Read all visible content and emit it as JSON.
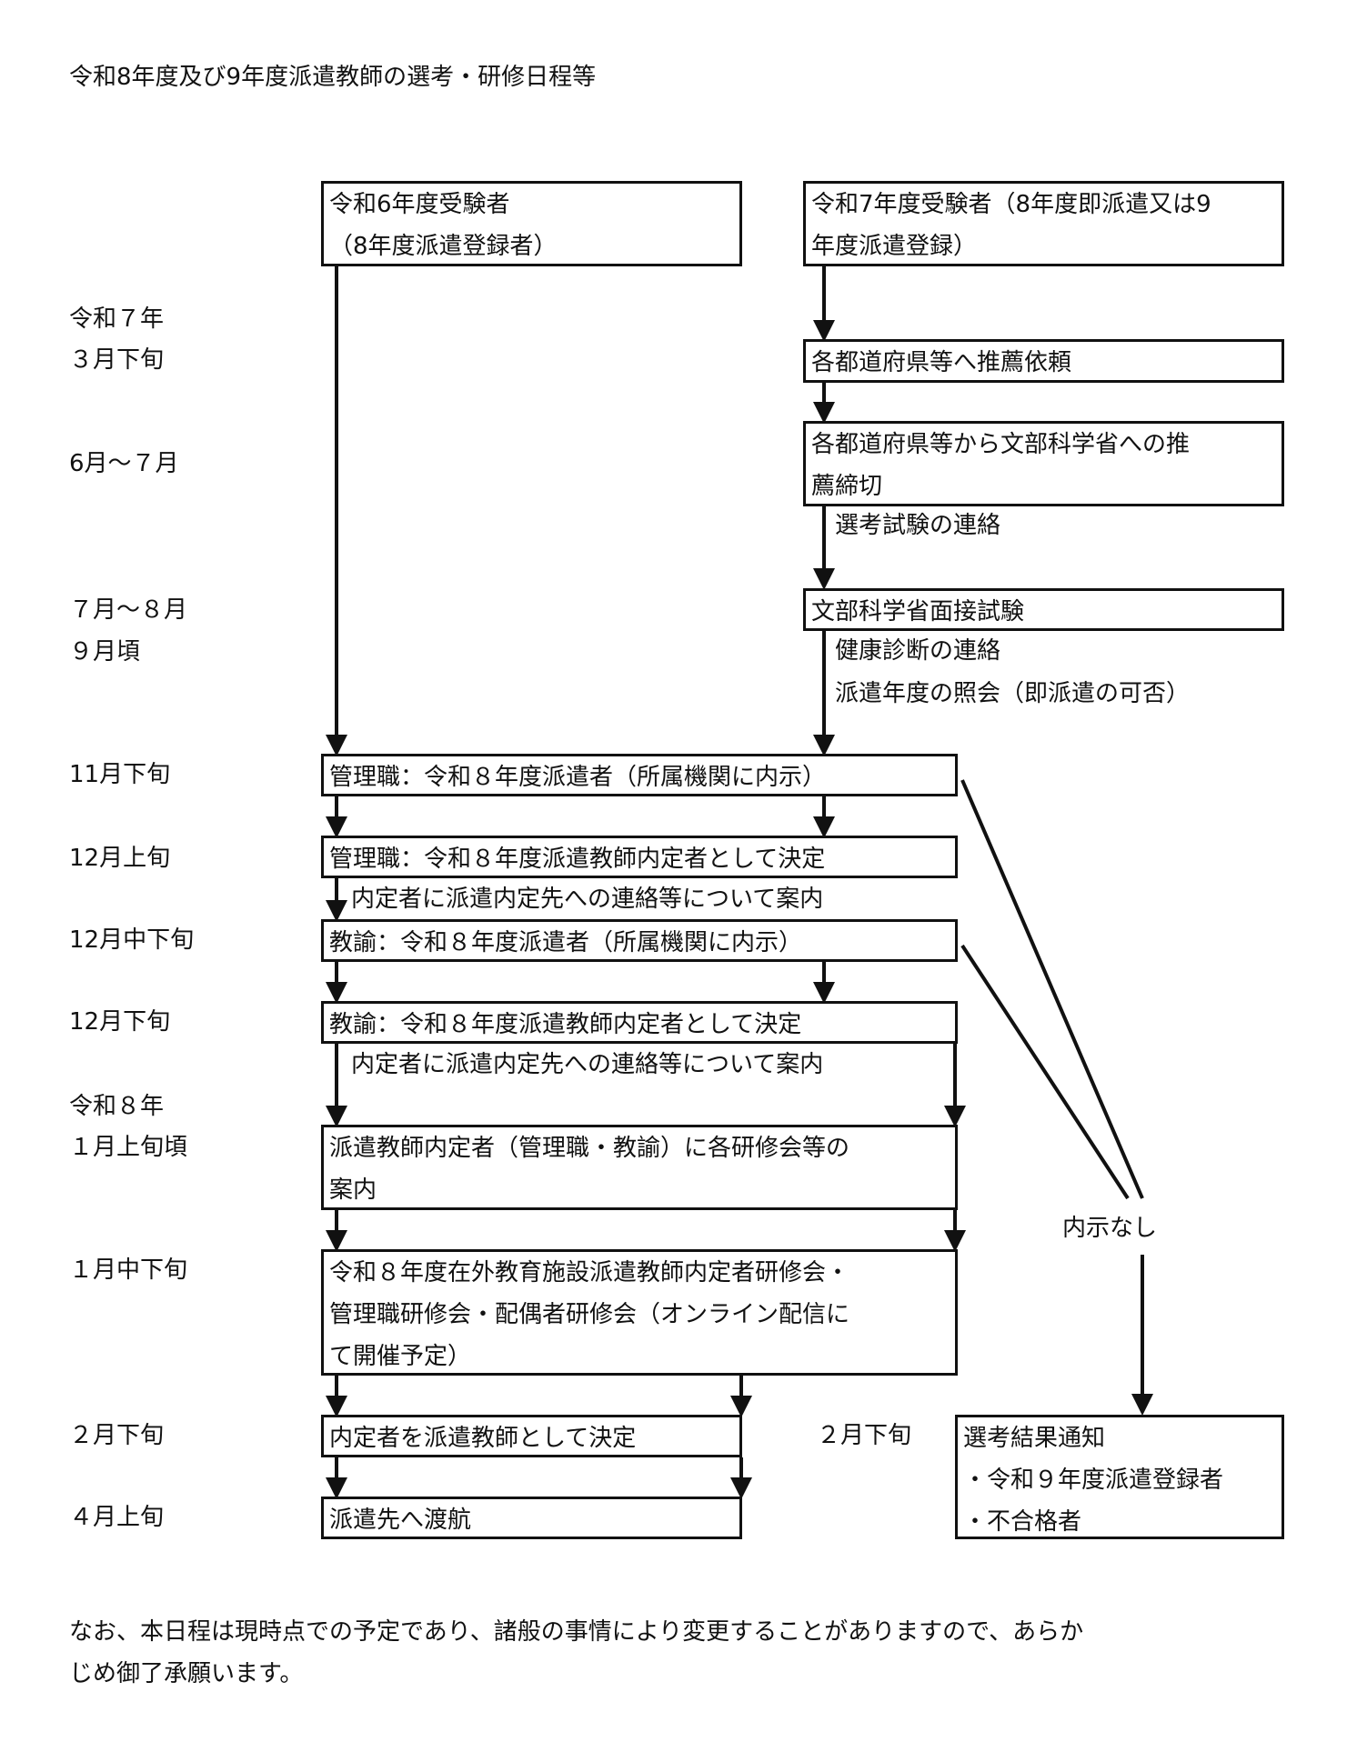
{
  "title": "令和8年度及び9年度派遣教師の選考・研修日程等",
  "dates": {
    "d1a": "令和７年",
    "d1b": "３月下旬",
    "d2": "6月～７月",
    "d3a": "７月～８月",
    "d3b": "９月頃",
    "d4": "11月下旬",
    "d5": "12月上旬",
    "d6": "12月中下旬",
    "d7": "12月下旬",
    "d8a": "令和８年",
    "d8b": "１月上旬頃",
    "d9": "１月中下旬",
    "d10": "２月下旬",
    "d11": "４月上旬",
    "d10r": "２月下旬"
  },
  "boxes": {
    "r6": [
      "令和6年度受験者",
      "（8年度派遣登録者）"
    ],
    "r7": [
      "令和7年度受験者（8年度即派遣又は9",
      "年度派遣登録）"
    ],
    "rec": [
      "各都道府県等へ推薦依頼"
    ],
    "ded": [
      "各都道府県等から文部科学省への推",
      "薦締切"
    ],
    "intv": [
      "文部科学省面接試験"
    ],
    "m1": [
      "管理職：令和８年度派遣者（所属機関に内示）"
    ],
    "m2": [
      "管理職：令和８年度派遣教師内定者として決定"
    ],
    "k1": [
      "教諭：令和８年度派遣者（所属機関に内示）"
    ],
    "k2": [
      "教諭：令和８年度派遣教師内定者として決定"
    ],
    "info": [
      "派遣教師内定者（管理職・教諭）に各研修会等の",
      "案内"
    ],
    "train": [
      "令和８年度在外教育施設派遣教師内定者研修会・",
      "管理職研修会・配偶者研修会（オンライン配信に",
      "て開催予定）"
    ],
    "decide": [
      "内定者を派遣教師として決定"
    ],
    "depart": [
      "派遣先へ渡航"
    ],
    "result": [
      "選考結果通知",
      "・令和９年度派遣登録者",
      "・不合格者"
    ]
  },
  "notes": {
    "exam_contact": "選考試験の連絡",
    "health": "健康診断の連絡",
    "year_query": "派遣年度の照会（即派遣の可否）",
    "guide1": "内定者に派遣内定先への連絡等について案内",
    "guide2": "内定者に派遣内定先への連絡等について案内",
    "no_notice": "内示なし"
  },
  "footer": [
    "なお、本日程は現時点での予定であり、諸般の事情により変更することがありますので、あらか",
    "じめ御了承願います。"
  ]
}
